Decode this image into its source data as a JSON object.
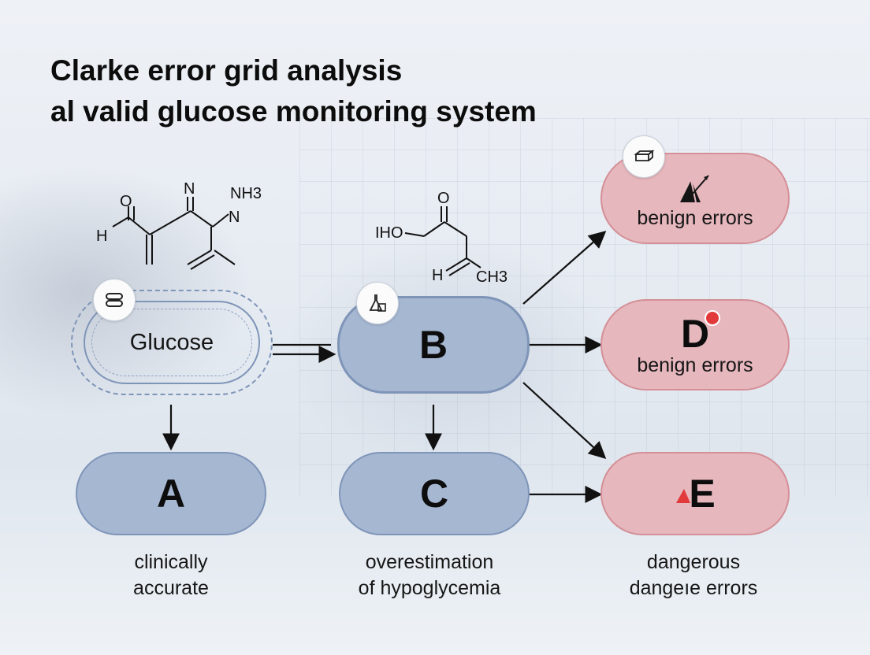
{
  "title": {
    "line1": "Clarke error grid analysis",
    "line2": "al valid glucose monitoring system"
  },
  "molecules": {
    "left": {
      "atoms": [
        "O",
        "H",
        "N",
        "NH3",
        "N"
      ]
    },
    "right": {
      "atoms": [
        "O",
        "IHO",
        "H",
        "CH3"
      ]
    }
  },
  "nodes": {
    "glucose": {
      "label": "Glucose",
      "icon": "capsule-icon"
    },
    "b": {
      "letter": "B",
      "icon": "flask-icon"
    },
    "a": {
      "letter": "A"
    },
    "c": {
      "letter": "C"
    },
    "top_right": {
      "sub": "benign errors",
      "icon": "box-icon",
      "glyph": "warning-arrow-icon"
    },
    "d": {
      "letter": "D",
      "sub": "benign errors"
    },
    "e": {
      "letter": "E",
      "glyph": "warning-triangle-icon"
    }
  },
  "captions": {
    "a": {
      "line1": "clinically",
      "line2": "accurate"
    },
    "c": {
      "line1": "overestimation",
      "line2": "of hypoglycemia"
    },
    "e": {
      "line1": "dangerous",
      "line2": "dangeıe errors"
    }
  },
  "colors": {
    "blue_node": "#a6b7d2",
    "red_node": "#e6b7bd",
    "dot_red": "#e23a3a"
  }
}
